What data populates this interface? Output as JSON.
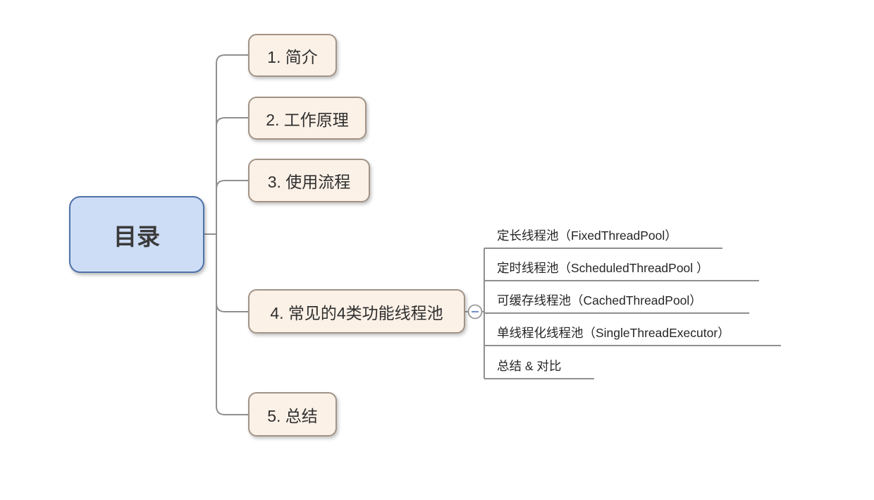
{
  "diagram": {
    "root": {
      "label": "目录"
    },
    "branches": [
      {
        "label": "1. 简介"
      },
      {
        "label": "2. 工作原理"
      },
      {
        "label": "3. 使用流程"
      },
      {
        "label": "4. 常见的4类功能线程池",
        "collapsible": true,
        "collapse_state": "expanded",
        "collapse_glyph": "minus"
      },
      {
        "label": "5. 总结"
      }
    ],
    "branch4_children": [
      {
        "label": "定长线程池（FixedThreadPool）"
      },
      {
        "label": "定时线程池（ScheduledThreadPool ）"
      },
      {
        "label": "可缓存线程池（CachedThreadPool）"
      },
      {
        "label": "单线程化线程池（SingleThreadExecutor）"
      },
      {
        "label": "总结 & 对比"
      }
    ]
  },
  "colors": {
    "background": "#ffffff",
    "root_fill": "#cdddf6",
    "root_border": "#4f72a8",
    "branch_fill": "#fcf1e7",
    "branch_border": "#a29386",
    "connector_line": "#8f8f8f",
    "text": "#2f2f2f",
    "minus_glyph": "#7b93c9"
  }
}
